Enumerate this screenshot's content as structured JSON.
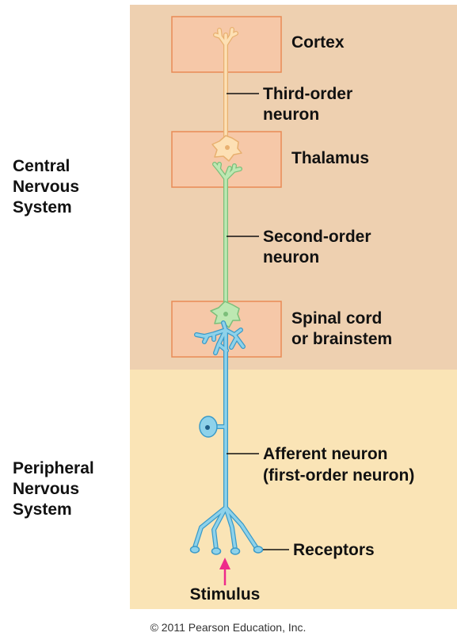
{
  "colors": {
    "cns_background": "#eed0b0",
    "pns_background": "#fae4b6",
    "region_box_fill": "#f6c8a8",
    "region_box_stroke": "#e88a55",
    "third_order_neuron": "#fde0b4",
    "third_order_outline": "#e8b070",
    "second_order_neuron": "#bde8b2",
    "second_order_outline": "#7cbf7a",
    "first_order_neuron": "#8ed2ea",
    "first_order_outline": "#3a9ac8",
    "stimulus_arrow": "#ee2a8a"
  },
  "sections": {
    "cns": [
      "Central",
      "Nervous",
      "System"
    ],
    "pns": [
      "Peripheral",
      "Nervous",
      "System"
    ]
  },
  "regions": {
    "cortex": "Cortex",
    "thalamus": "Thalamus",
    "spinal_cord": [
      "Spinal cord",
      "or brainstem"
    ]
  },
  "neurons": {
    "third_order": [
      "Third-order",
      "neuron"
    ],
    "second_order": [
      "Second-order",
      "neuron"
    ],
    "afferent": [
      "Afferent neuron",
      "(first-order neuron)"
    ]
  },
  "receptors": "Receptors",
  "stimulus": "Stimulus",
  "copyright": "© 2011 Pearson Education, Inc."
}
